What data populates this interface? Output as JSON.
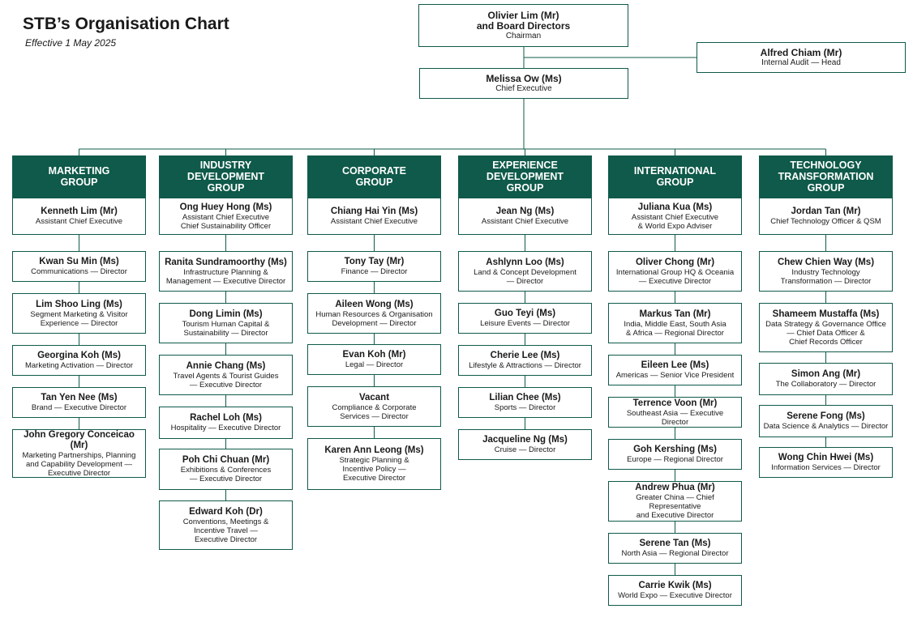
{
  "page": {
    "title": "STB’s Organisation Chart",
    "subtitle": "Effective 1 May 2025"
  },
  "colors": {
    "primary": "#0f5a4a",
    "text": "#1a1a1a"
  },
  "top": {
    "chairman": {
      "name": "Olivier Lim (Mr)\nand Board Directors",
      "role": "Chairman"
    },
    "audit": {
      "name": "Alfred Chiam (Mr)",
      "role": "Internal Audit — Head"
    },
    "ceo": {
      "name": "Melissa Ow (Ms)",
      "role": "Chief Executive"
    }
  },
  "groups": [
    {
      "header": "MARKETING\nGROUP",
      "lead": {
        "name": "Kenneth Lim (Mr)",
        "role": "Assistant Chief Executive"
      },
      "members": [
        {
          "name": "Kwan Su Min (Ms)",
          "role": "Communications — Director"
        },
        {
          "name": "Lim Shoo Ling (Ms)",
          "role": "Segment Marketing & Visitor\nExperience — Director"
        },
        {
          "name": "Georgina Koh (Ms)",
          "role": "Marketing Activation — Director"
        },
        {
          "name": "Tan Yen Nee (Ms)",
          "role": "Brand — Executive Director"
        },
        {
          "name": "John Gregory Conceicao (Mr)",
          "role": "Marketing Partnerships, Planning\nand Capability Development —\nExecutive Director"
        }
      ]
    },
    {
      "header": "INDUSTRY\nDEVELOPMENT\nGROUP",
      "lead": {
        "name": "Ong Huey Hong (Ms)",
        "role": "Assistant Chief Executive\nChief Sustainability Officer"
      },
      "members": [
        {
          "name": "Ranita Sundramoorthy (Ms)",
          "role": "Infrastructure Planning &\nManagement — Executive Director"
        },
        {
          "name": "Dong Limin (Ms)",
          "role": "Tourism Human Capital &\nSustainability — Director"
        },
        {
          "name": "Annie Chang (Ms)",
          "role": "Travel Agents & Tourist Guides\n— Executive Director"
        },
        {
          "name": "Rachel Loh (Ms)",
          "role": "Hospitality — Executive Director"
        },
        {
          "name": "Poh Chi Chuan (Mr)",
          "role": "Exhibitions & Conferences\n— Executive Director"
        },
        {
          "name": "Edward Koh (Dr)",
          "role": "Conventions, Meetings &\nIncentive Travel —\nExecutive Director"
        }
      ]
    },
    {
      "header": "CORPORATE\nGROUP",
      "lead": {
        "name": "Chiang Hai Yin (Ms)",
        "role": "Assistant Chief Executive"
      },
      "members": [
        {
          "name": "Tony Tay (Mr)",
          "role": "Finance — Director"
        },
        {
          "name": "Aileen Wong (Ms)",
          "role": "Human Resources & Organisation\nDevelopment — Director"
        },
        {
          "name": "Evan Koh (Mr)",
          "role": "Legal — Director"
        },
        {
          "name": "Vacant",
          "role": "Compliance & Corporate\nServices — Director"
        },
        {
          "name": "Karen Ann Leong (Ms)",
          "role": "Strategic Planning &\nIncentive Policy —\nExecutive Director"
        }
      ]
    },
    {
      "header": "EXPERIENCE\nDEVELOPMENT\nGROUP",
      "lead": {
        "name": "Jean Ng (Ms)",
        "role": "Assistant Chief Executive"
      },
      "members": [
        {
          "name": "Ashlynn Loo (Ms)",
          "role": "Land & Concept Development\n— Director"
        },
        {
          "name": "Guo Teyi (Ms)",
          "role": "Leisure Events — Director"
        },
        {
          "name": "Cherie Lee (Ms)",
          "role": "Lifestyle & Attractions — Director"
        },
        {
          "name": "Lilian Chee (Ms)",
          "role": "Sports — Director"
        },
        {
          "name": "Jacqueline Ng (Ms)",
          "role": "Cruise — Director"
        }
      ]
    },
    {
      "header": "INTERNATIONAL\nGROUP",
      "lead": {
        "name": "Juliana Kua (Ms)",
        "role": "Assistant Chief Executive\n& World Expo Adviser"
      },
      "members": [
        {
          "name": "Oliver Chong (Mr)",
          "role": "International Group HQ & Oceania\n— Executive Director"
        },
        {
          "name": "Markus Tan (Mr)",
          "role": "India, Middle East, South Asia\n& Africa — Regional Director"
        },
        {
          "name": "Eileen Lee (Ms)",
          "role": "Americas — Senior Vice President"
        },
        {
          "name": "Terrence Voon (Mr)",
          "role": "Southeast Asia — Executive Director"
        },
        {
          "name": "Goh Kershing (Ms)",
          "role": "Europe — Regional Director"
        },
        {
          "name": "Andrew Phua (Mr)",
          "role": "Greater China — Chief Representative\nand Executive Director"
        },
        {
          "name": "Serene Tan (Ms)",
          "role": "North Asia — Regional Director"
        },
        {
          "name": "Carrie Kwik (Ms)",
          "role": "World Expo — Executive Director"
        }
      ]
    },
    {
      "header": "TECHNOLOGY\nTRANSFORMATION\nGROUP",
      "lead": {
        "name": "Jordan Tan (Mr)",
        "role": "Chief Technology Officer & QSM"
      },
      "members": [
        {
          "name": "Chew Chien Way (Ms)",
          "role": "Industry Technology\nTransformation — Director"
        },
        {
          "name": "Shameem Mustaffa (Ms)",
          "role": "Data Strategy & Governance Office\n— Chief Data Officer &\nChief Records Officer"
        },
        {
          "name": "Simon Ang (Mr)",
          "role": "The Collaboratory — Director"
        },
        {
          "name": "Serene Fong (Ms)",
          "role": "Data Science & Analytics — Director"
        },
        {
          "name": "Wong Chin Hwei (Ms)",
          "role": "Information Services — Director"
        }
      ]
    }
  ]
}
